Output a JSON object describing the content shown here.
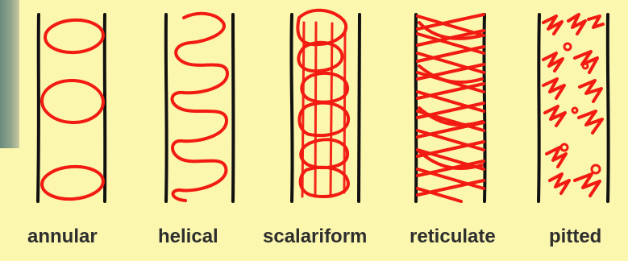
{
  "labels": {
    "annular": "annular",
    "helical": "helical",
    "scalariform": "scalariform",
    "reticulate": "reticulate",
    "pitted": "pitted"
  },
  "colors": {
    "background": "#fbf7ae",
    "stroke": "#111111",
    "accent": "#f21b12",
    "text": "#2e2e2e"
  }
}
